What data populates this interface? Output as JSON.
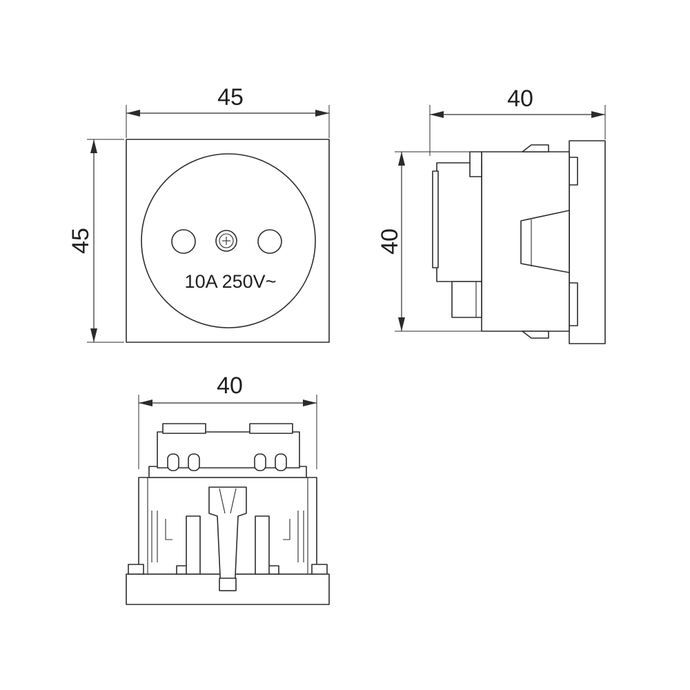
{
  "front_view": {
    "width_dim": "45",
    "height_dim": "45",
    "rating_label": "10A 250V~"
  },
  "side_view": {
    "depth_dim": "40",
    "height_dim": "40"
  },
  "bottom_view": {
    "width_dim": "40"
  },
  "colors": {
    "line": "#2b2b2b",
    "background": "#ffffff"
  }
}
